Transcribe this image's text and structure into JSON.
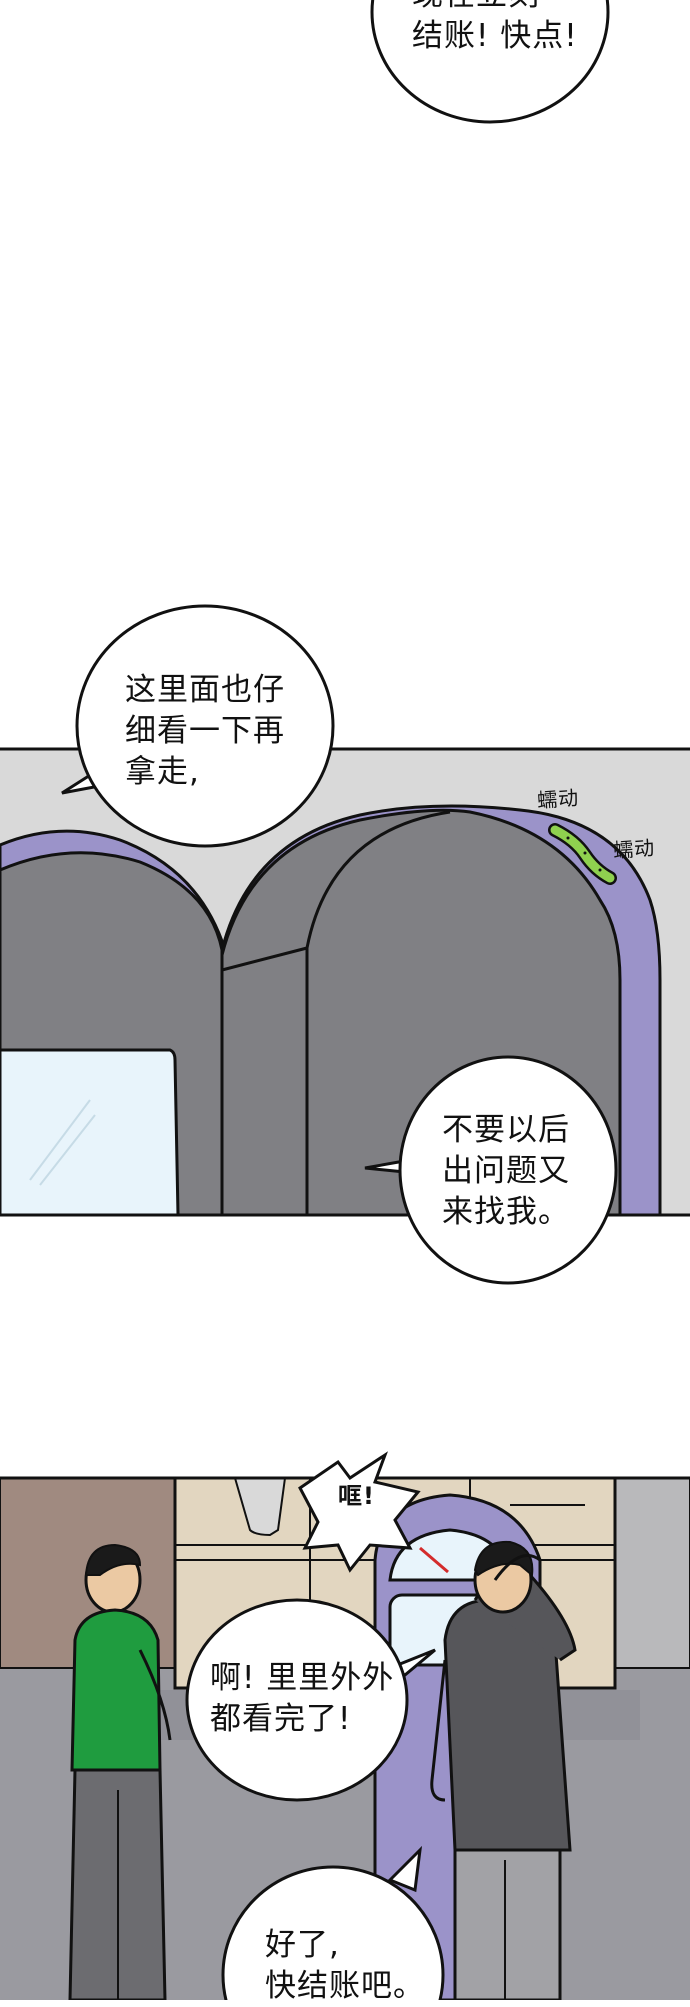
{
  "bubbles": {
    "top": {
      "lines": [
        "现在立刻",
        "结账! 快点!"
      ]
    },
    "inspect": {
      "lines": [
        "这里面也仔",
        "细看一下再",
        "拿走,"
      ]
    },
    "warning": {
      "lines": [
        "不要以后",
        "出问题又",
        "来找我。"
      ]
    },
    "done": {
      "lines": [
        "啊! 里里外外",
        "都看完了!"
      ]
    },
    "checkout": {
      "lines": [
        "好了,",
        "快结账吧。"
      ]
    }
  },
  "sfx": {
    "wriggle_1": "蠕动",
    "wriggle_2": "蠕动",
    "clang": "哐!"
  },
  "colors": {
    "page": "#ffffff",
    "ink": "#111111",
    "wall_gray": "#d9d9d9",
    "machine_purple": "#9b93c9",
    "machine_gray": "#808084",
    "window_blue": "#e8f4fb",
    "worm_green": "#8fd14f",
    "shirt_green": "#1f9c3f",
    "jacket_dark": "#56565a",
    "floor_gray": "#9a9aa0",
    "wall_brown": "#a08a80",
    "cabinet_tan": "#e2d6c0"
  }
}
